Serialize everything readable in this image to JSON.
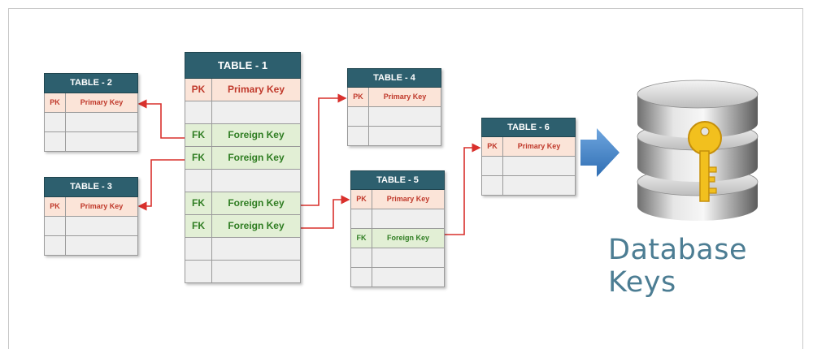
{
  "tables": [
    {
      "id": "t1",
      "title": "TABLE - 1",
      "rows": [
        {
          "kind": "pk",
          "tag": "PK",
          "label": "Primary Key"
        },
        {
          "kind": "empty",
          "tag": "",
          "label": ""
        },
        {
          "kind": "fk",
          "tag": "FK",
          "label": "Foreign Key"
        },
        {
          "kind": "fk",
          "tag": "FK",
          "label": "Foreign Key"
        },
        {
          "kind": "empty",
          "tag": "",
          "label": ""
        },
        {
          "kind": "fk",
          "tag": "FK",
          "label": "Foreign Key"
        },
        {
          "kind": "fk",
          "tag": "FK",
          "label": "Foreign Key"
        },
        {
          "kind": "empty",
          "tag": "",
          "label": ""
        },
        {
          "kind": "empty",
          "tag": "",
          "label": ""
        }
      ]
    },
    {
      "id": "t2",
      "title": "TABLE - 2",
      "rows": [
        {
          "kind": "pk",
          "tag": "PK",
          "label": "Primary Key"
        },
        {
          "kind": "empty",
          "tag": "",
          "label": ""
        },
        {
          "kind": "empty",
          "tag": "",
          "label": ""
        }
      ]
    },
    {
      "id": "t3",
      "title": "TABLE - 3",
      "rows": [
        {
          "kind": "pk",
          "tag": "PK",
          "label": "Primary Key"
        },
        {
          "kind": "empty",
          "tag": "",
          "label": ""
        },
        {
          "kind": "empty",
          "tag": "",
          "label": ""
        }
      ]
    },
    {
      "id": "t4",
      "title": "TABLE - 4",
      "rows": [
        {
          "kind": "pk",
          "tag": "PK",
          "label": "Primary Key"
        },
        {
          "kind": "empty",
          "tag": "",
          "label": ""
        },
        {
          "kind": "empty",
          "tag": "",
          "label": ""
        }
      ]
    },
    {
      "id": "t5",
      "title": "TABLE - 5",
      "rows": [
        {
          "kind": "pk",
          "tag": "PK",
          "label": "Primary Key"
        },
        {
          "kind": "empty",
          "tag": "",
          "label": ""
        },
        {
          "kind": "fk",
          "tag": "FK",
          "label": "Foreign Key"
        },
        {
          "kind": "empty",
          "tag": "",
          "label": ""
        },
        {
          "kind": "empty",
          "tag": "",
          "label": ""
        }
      ]
    },
    {
      "id": "t6",
      "title": "TABLE - 6",
      "rows": [
        {
          "kind": "pk",
          "tag": "PK",
          "label": "Primary Key"
        },
        {
          "kind": "empty",
          "tag": "",
          "label": ""
        },
        {
          "kind": "empty",
          "tag": "",
          "label": ""
        }
      ]
    }
  ],
  "caption": "Database Keys",
  "icons": {
    "arrow": "right-arrow-icon",
    "database": "database-icon",
    "key": "key-icon"
  },
  "colors": {
    "header": "#2d5f6e",
    "pk_text": "#c0392b",
    "fk_text": "#2f7d22",
    "connector": "#d9302c",
    "caption": "#4c7d93",
    "arrow": "#4a86c8",
    "key": "#f2c01e"
  }
}
